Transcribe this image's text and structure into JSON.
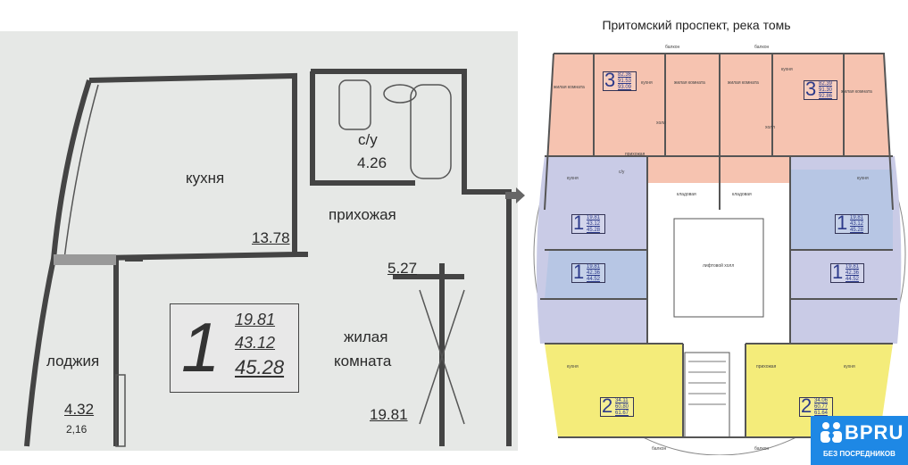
{
  "title": "Притомский проспект, река томь",
  "left_plan": {
    "kitchen": "кухня",
    "kitchen_area": "13.78",
    "bathroom": "с/у",
    "bathroom_area": "4.26",
    "hall": "прихожая",
    "hall_area": "5.27",
    "living_1": "жилая",
    "living_2": "комната",
    "living_area": "19.81",
    "loggia": "лоджия",
    "loggia_area": "4.32",
    "loggia_area_reduced": "2,16",
    "rooms": "1",
    "living_total": "19.81",
    "area_net": "43.12",
    "area_total": "45.28"
  },
  "right_plan": {
    "balcony": "балкон",
    "kitchen": "кухня",
    "living": "жилая комната",
    "hall": "прихожая",
    "bath": "с/у",
    "storage": "кладовая",
    "lift_hall": "лифтовой холл",
    "corridor": "холл",
    "apartments": [
      {
        "rooms": "3",
        "v": [
          "82.36",
          "91.53",
          "93.09"
        ]
      },
      {
        "rooms": "3",
        "v": [
          "82.39",
          "91.30",
          "92.86"
        ]
      },
      {
        "rooms": "1",
        "v": [
          "19.81",
          "43.12",
          "45.28"
        ]
      },
      {
        "rooms": "1",
        "v": [
          "19.81",
          "43.12",
          "45.28"
        ]
      },
      {
        "rooms": "1",
        "v": [
          "19.81",
          "42.36",
          "44.52"
        ]
      },
      {
        "rooms": "1",
        "v": [
          "19.81",
          "42.36",
          "44.52"
        ]
      },
      {
        "rooms": "2",
        "v": [
          "34.11",
          "60.80",
          "61.67"
        ]
      },
      {
        "rooms": "2",
        "v": [
          "34.06",
          "60.77",
          "61.64"
        ]
      }
    ]
  },
  "logo": {
    "brand": "BPRU",
    "tagline": "БЕЗ ПОСРЕДНИКОВ"
  },
  "colors": {
    "three_room": "#f6c3b0",
    "one_room": "#c9cbe6",
    "one_room_b": "#b7c6e4",
    "two_room": "#f4ec7a",
    "logo": "#1e88e5"
  }
}
